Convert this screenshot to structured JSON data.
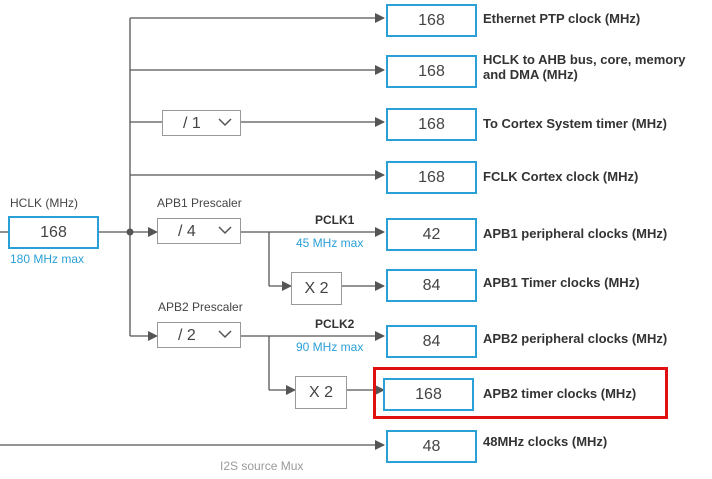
{
  "hclk": {
    "label": "HCLK (MHz)",
    "value": "168",
    "max": "180 MHz max"
  },
  "prescalers": {
    "cortex_timer": "/ 1",
    "apb1_label": "APB1 Prescaler",
    "apb1": "/ 4",
    "apb2_label": "APB2 Prescaler",
    "apb2": "/ 2"
  },
  "pclk1": {
    "label": "PCLK1",
    "max": "45 MHz max"
  },
  "pclk2": {
    "label": "PCLK2",
    "max": "90 MHz max"
  },
  "multipliers": {
    "apb1": "X 2",
    "apb2": "X 2"
  },
  "outputs": [
    {
      "value": "168",
      "label": "Ethernet PTP clock (MHz)"
    },
    {
      "value": "168",
      "label": "HCLK to AHB bus, core, memory and DMA (MHz)"
    },
    {
      "value": "168",
      "label": "To Cortex System timer (MHz)"
    },
    {
      "value": "168",
      "label": "FCLK Cortex clock (MHz)"
    },
    {
      "value": "42",
      "label": "APB1 peripheral clocks (MHz)"
    },
    {
      "value": "84",
      "label": "APB1 Timer clocks (MHz)"
    },
    {
      "value": "84",
      "label": "APB2 peripheral clocks (MHz)"
    },
    {
      "value": "168",
      "label": "APB2 timer clocks (MHz)"
    },
    {
      "value": "48",
      "label": "48MHz clocks (MHz)"
    }
  ],
  "i2s_mux_label": "I2S source Mux",
  "colors": {
    "accent": "#2aa0d6",
    "highlight": "#e01010",
    "wire": "#555555"
  }
}
